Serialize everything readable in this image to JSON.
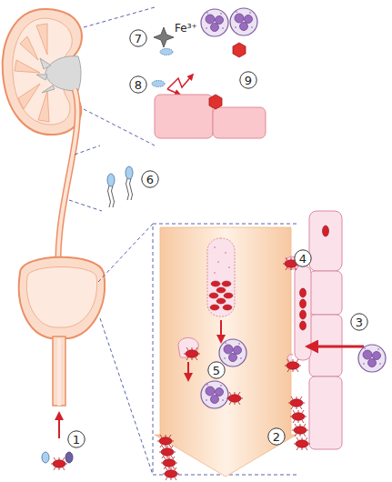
{
  "diagram": {
    "nodes": [
      {
        "text": [
          "7"
        ]
      },
      {
        "text": [
          "8"
        ]
      },
      {
        "text": [
          "9"
        ]
      },
      {
        "text": [
          "6"
        ]
      },
      {
        "text": [
          "4"
        ]
      },
      {
        "text": [
          "3"
        ]
      },
      {
        "text": [
          "5"
        ]
      },
      {
        "text": [
          "1"
        ]
      },
      {
        "text": [
          "2"
        ]
      }
    ],
    "labels": [
      "Fe³⁺"
    ]
  }
}
